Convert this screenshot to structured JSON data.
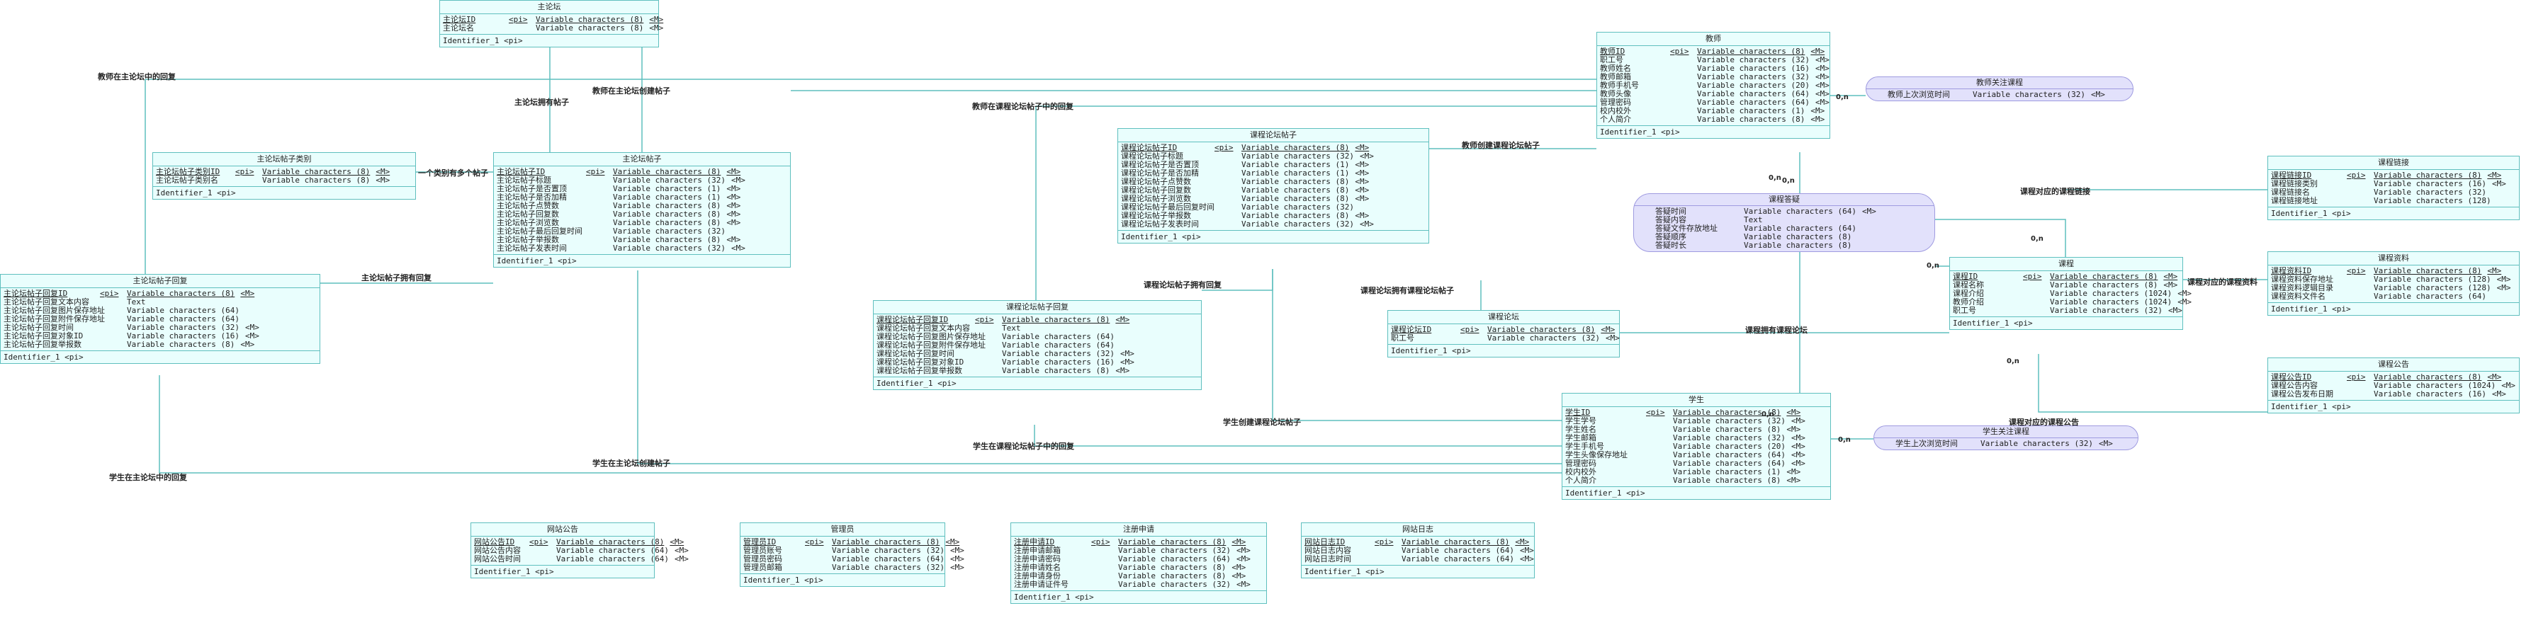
{
  "entities": {
    "zlt": {
      "title": "主论坛",
      "attrs": [
        {
          "name": "主论坛ID",
          "pk": "<pi>",
          "type": "Variable characters (8)",
          "flag": "<M>",
          "u": true
        },
        {
          "name": "主论坛名",
          "pk": "",
          "type": "Variable characters (8)",
          "flag": "<M>"
        }
      ],
      "identifier": "Identifier_1 <pi>"
    },
    "ztlb": {
      "title": "主论坛帖子类别",
      "attrs": [
        {
          "name": "主论坛帖子类别ID",
          "pk": "<pi>",
          "type": "Variable characters (8)",
          "flag": "<M>",
          "u": true
        },
        {
          "name": "主论坛帖子类别名",
          "pk": "",
          "type": "Variable characters (8)",
          "flag": "<M>"
        }
      ],
      "identifier": "Identifier_1 <pi>"
    },
    "zltz": {
      "title": "主论坛帖子",
      "attrs": [
        {
          "name": "主论坛帖子ID",
          "pk": "<pi>",
          "type": "Variable characters (8)",
          "flag": "<M>",
          "u": true
        },
        {
          "name": "主论坛帖子标题",
          "pk": "",
          "type": "Variable characters (32)",
          "flag": "<M>"
        },
        {
          "name": "主论坛帖子是否置顶",
          "pk": "",
          "type": "Variable characters (1)",
          "flag": "<M>"
        },
        {
          "name": "主论坛帖子是否加精",
          "pk": "",
          "type": "Variable characters (1)",
          "flag": "<M>"
        },
        {
          "name": "主论坛帖子点赞数",
          "pk": "",
          "type": "Variable characters (8)",
          "flag": "<M>"
        },
        {
          "name": "主论坛帖子回复数",
          "pk": "",
          "type": "Variable characters (8)",
          "flag": "<M>"
        },
        {
          "name": "主论坛帖子浏览数",
          "pk": "",
          "type": "Variable characters (8)",
          "flag": "<M>"
        },
        {
          "name": "主论坛帖子最后回复时间",
          "pk": "",
          "type": "Variable characters (32)",
          "flag": ""
        },
        {
          "name": "主论坛帖子举报数",
          "pk": "",
          "type": "Variable characters (8)",
          "flag": "<M>"
        },
        {
          "name": "主论坛帖子发表时间",
          "pk": "",
          "type": "Variable characters (32)",
          "flag": "<M>"
        }
      ],
      "identifier": "Identifier_1 <pi>"
    },
    "zlthf": {
      "title": "主论坛帖子回复",
      "attrs": [
        {
          "name": "主论坛帖子回复ID",
          "pk": "<pi>",
          "type": "Variable characters (8)",
          "flag": "<M>",
          "u": true
        },
        {
          "name": "主论坛帖子回复文本内容",
          "pk": "",
          "type": "Text",
          "flag": ""
        },
        {
          "name": "主论坛帖子回复图片保存地址",
          "pk": "",
          "type": "Variable characters (64)",
          "flag": ""
        },
        {
          "name": "主论坛帖子回复附件保存地址",
          "pk": "",
          "type": "Variable characters (64)",
          "flag": ""
        },
        {
          "name": "主论坛帖子回复时间",
          "pk": "",
          "type": "Variable characters (32)",
          "flag": "<M>"
        },
        {
          "name": "主论坛帖子回复对象ID",
          "pk": "",
          "type": "Variable characters (16)",
          "flag": "<M>"
        },
        {
          "name": "主论坛帖子回复举报数",
          "pk": "",
          "type": "Variable characters (8)",
          "flag": "<M>"
        }
      ],
      "identifier": "Identifier_1 <pi>"
    },
    "kctz": {
      "title": "课程论坛帖子",
      "attrs": [
        {
          "name": "课程论坛帖子ID",
          "pk": "<pi>",
          "type": "Variable characters (8)",
          "flag": "<M>",
          "u": true
        },
        {
          "name": "课程论坛帖子标题",
          "pk": "",
          "type": "Variable characters (32)",
          "flag": "<M>"
        },
        {
          "name": "课程论坛帖子是否置顶",
          "pk": "",
          "type": "Variable characters (1)",
          "flag": "<M>"
        },
        {
          "name": "课程论坛帖子是否加精",
          "pk": "",
          "type": "Variable characters (1)",
          "flag": "<M>"
        },
        {
          "name": "课程论坛帖子点赞数",
          "pk": "",
          "type": "Variable characters (8)",
          "flag": "<M>"
        },
        {
          "name": "课程论坛帖子回复数",
          "pk": "",
          "type": "Variable characters (8)",
          "flag": "<M>"
        },
        {
          "name": "课程论坛帖子浏览数",
          "pk": "",
          "type": "Variable characters (8)",
          "flag": "<M>"
        },
        {
          "name": "课程论坛帖子最后回复时间",
          "pk": "",
          "type": "Variable characters (32)",
          "flag": ""
        },
        {
          "name": "课程论坛帖子举报数",
          "pk": "",
          "type": "Variable characters (8)",
          "flag": "<M>"
        },
        {
          "name": "课程论坛帖子发表时间",
          "pk": "",
          "type": "Variable characters (32)",
          "flag": "<M>"
        }
      ],
      "identifier": "Identifier_1 <pi>"
    },
    "kchf": {
      "title": "课程论坛帖子回复",
      "attrs": [
        {
          "name": "课程论坛帖子回复ID",
          "pk": "<pi>",
          "type": "Variable characters (8)",
          "flag": "<M>",
          "u": true
        },
        {
          "name": "课程论坛帖子回复文本内容",
          "pk": "",
          "type": "Text",
          "flag": ""
        },
        {
          "name": "课程论坛帖子回复图片保存地址",
          "pk": "",
          "type": "Variable characters (64)",
          "flag": ""
        },
        {
          "name": "课程论坛帖子回复附件保存地址",
          "pk": "",
          "type": "Variable characters (64)",
          "flag": ""
        },
        {
          "name": "课程论坛帖子回复时间",
          "pk": "",
          "type": "Variable characters (32)",
          "flag": "<M>"
        },
        {
          "name": "课程论坛帖子回复对象ID",
          "pk": "",
          "type": "Variable characters (16)",
          "flag": "<M>"
        },
        {
          "name": "课程论坛帖子回复举报数",
          "pk": "",
          "type": "Variable characters (8)",
          "flag": "<M>"
        }
      ],
      "identifier": "Identifier_1 <pi>"
    },
    "js": {
      "title": "教师",
      "attrs": [
        {
          "name": "教师ID",
          "pk": "<pi>",
          "type": "Variable characters (8)",
          "flag": "<M>",
          "u": true
        },
        {
          "name": "职工号",
          "pk": "",
          "type": "Variable characters (32)",
          "flag": "<M>"
        },
        {
          "name": "教师姓名",
          "pk": "",
          "type": "Variable characters (16)",
          "flag": "<M>"
        },
        {
          "name": "教师邮箱",
          "pk": "",
          "type": "Variable characters (32)",
          "flag": "<M>"
        },
        {
          "name": "教师手机号",
          "pk": "",
          "type": "Variable characters (20)",
          "flag": "<M>"
        },
        {
          "name": "教师头像",
          "pk": "",
          "type": "Variable characters (64)",
          "flag": "<M>"
        },
        {
          "name": "管理密码",
          "pk": "",
          "type": "Variable characters (64)",
          "flag": "<M>"
        },
        {
          "name": "校内校外",
          "pk": "",
          "type": "Variable characters (1)",
          "flag": "<M>"
        },
        {
          "name": "个人简介",
          "pk": "",
          "type": "Variable characters (8)",
          "flag": "<M>"
        }
      ],
      "identifier": "Identifier_1 <pi>"
    },
    "kclt": {
      "title": "课程论坛",
      "attrs": [
        {
          "name": "课程论坛ID",
          "pk": "<pi>",
          "type": "Variable characters (8)",
          "flag": "<M>",
          "u": true
        },
        {
          "name": "职工号",
          "pk": "",
          "type": "Variable characters (32)",
          "flag": "<M>"
        }
      ],
      "identifier": "Identifier_1 <pi>"
    },
    "kc": {
      "title": "课程",
      "attrs": [
        {
          "name": "课程ID",
          "pk": "<pi>",
          "type": "Variable characters (8)",
          "flag": "<M>",
          "u": true
        },
        {
          "name": "课程名称",
          "pk": "",
          "type": "Variable characters (8)",
          "flag": "<M>"
        },
        {
          "name": "课程介绍",
          "pk": "",
          "type": "Variable characters (1024)",
          "flag": "<M>"
        },
        {
          "name": "教师介绍",
          "pk": "",
          "type": "Variable characters (1024)",
          "flag": "<M>"
        },
        {
          "name": "职工号",
          "pk": "",
          "type": "Variable characters (32)",
          "flag": "<M>"
        }
      ],
      "identifier": "Identifier_1 <pi>"
    },
    "kcly": {
      "title": "课程链接",
      "attrs": [
        {
          "name": "课程链接ID",
          "pk": "<pi>",
          "type": "Variable characters (8)",
          "flag": "<M>",
          "u": true
        },
        {
          "name": "课程链接类别",
          "pk": "",
          "type": "Variable characters (16)",
          "flag": "<M>"
        },
        {
          "name": "课程链接名",
          "pk": "",
          "type": "Variable characters (32)",
          "flag": ""
        },
        {
          "name": "课程链接地址",
          "pk": "",
          "type": "Variable characters (128)",
          "flag": ""
        }
      ],
      "identifier": "Identifier_1 <pi>"
    },
    "kczl": {
      "title": "课程资料",
      "attrs": [
        {
          "name": "课程资料ID",
          "pk": "<pi>",
          "type": "Variable characters (8)",
          "flag": "<M>",
          "u": true
        },
        {
          "name": "课程资料保存地址",
          "pk": "",
          "type": "Variable characters (128)",
          "flag": "<M>"
        },
        {
          "name": "课程资料逻辑目录",
          "pk": "",
          "type": "Variable characters (128)",
          "flag": "<M>"
        },
        {
          "name": "课程资料文件名",
          "pk": "",
          "type": "Variable characters (64)",
          "flag": ""
        }
      ],
      "identifier": "Identifier_1 <pi>"
    },
    "kcgg": {
      "title": "课程公告",
      "attrs": [
        {
          "name": "课程公告ID",
          "pk": "<pi>",
          "type": "Variable characters (8)",
          "flag": "<M>",
          "u": true
        },
        {
          "name": "课程公告内容",
          "pk": "",
          "type": "Variable characters (1024)",
          "flag": "<M>"
        },
        {
          "name": "课程公告发布日期",
          "pk": "",
          "type": "Variable characters (16)",
          "flag": "<M>"
        }
      ],
      "identifier": "Identifier_1 <pi>"
    },
    "xs": {
      "title": "学生",
      "attrs": [
        {
          "name": "学生ID",
          "pk": "<pi>",
          "type": "Variable characters (8)",
          "flag": "<M>",
          "u": true
        },
        {
          "name": "学生学号",
          "pk": "",
          "type": "Variable characters (32)",
          "flag": "<M>"
        },
        {
          "name": "学生姓名",
          "pk": "",
          "type": "Variable characters (8)",
          "flag": "<M>"
        },
        {
          "name": "学生邮箱",
          "pk": "",
          "type": "Variable characters (32)",
          "flag": "<M>"
        },
        {
          "name": "学生手机号",
          "pk": "",
          "type": "Variable characters (20)",
          "flag": "<M>"
        },
        {
          "name": "学生头像保存地址",
          "pk": "",
          "type": "Variable characters (64)",
          "flag": "<M>"
        },
        {
          "name": "管理密码",
          "pk": "",
          "type": "Variable characters (64)",
          "flag": "<M>"
        },
        {
          "name": "校内校外",
          "pk": "",
          "type": "Variable characters (1)",
          "flag": "<M>"
        },
        {
          "name": "个人简介",
          "pk": "",
          "type": "Variable characters (8)",
          "flag": "<M>"
        }
      ],
      "identifier": "Identifier_1 <pi>"
    },
    "wzgg": {
      "title": "网站公告",
      "attrs": [
        {
          "name": "网站公告ID",
          "pk": "<pi>",
          "type": "Variable characters (8)",
          "flag": "<M>",
          "u": true
        },
        {
          "name": "网站公告内容",
          "pk": "",
          "type": "Variable characters (64)",
          "flag": "<M>"
        },
        {
          "name": "网站公告时间",
          "pk": "",
          "type": "Variable characters (64)",
          "flag": "<M>"
        }
      ],
      "identifier": "Identifier_1 <pi>"
    },
    "gly": {
      "title": "管理员",
      "attrs": [
        {
          "name": "管理员ID",
          "pk": "<pi>",
          "type": "Variable characters (8)",
          "flag": "<M>",
          "u": true
        },
        {
          "name": "管理员账号",
          "pk": "",
          "type": "Variable characters (32)",
          "flag": "<M>"
        },
        {
          "name": "管理员密码",
          "pk": "",
          "type": "Variable characters (64)",
          "flag": "<M>"
        },
        {
          "name": "管理员邮箱",
          "pk": "",
          "type": "Variable characters (32)",
          "flag": "<M>"
        }
      ],
      "identifier": "Identifier_1 <pi>"
    },
    "zcsq": {
      "title": "注册申请",
      "attrs": [
        {
          "name": "注册申请ID",
          "pk": "<pi>",
          "type": "Variable characters (8)",
          "flag": "<M>",
          "u": true
        },
        {
          "name": "注册申请邮箱",
          "pk": "",
          "type": "Variable characters (32)",
          "flag": "<M>"
        },
        {
          "name": "注册申请密码",
          "pk": "",
          "type": "Variable characters (64)",
          "flag": "<M>"
        },
        {
          "name": "注册申请姓名",
          "pk": "",
          "type": "Variable characters (8)",
          "flag": "<M>"
        },
        {
          "name": "注册申请身份",
          "pk": "",
          "type": "Variable characters (8)",
          "flag": "<M>"
        },
        {
          "name": "注册申请证件号",
          "pk": "",
          "type": "Variable characters (32)",
          "flag": "<M>"
        }
      ],
      "identifier": "Identifier_1 <pi>"
    },
    "wzrz": {
      "title": "网站日志",
      "attrs": [
        {
          "name": "网站日志ID",
          "pk": "<pi>",
          "type": "Variable characters (8)",
          "flag": "<M>",
          "u": true
        },
        {
          "name": "网站日志内容",
          "pk": "",
          "type": "Variable characters (64)",
          "flag": "<M>"
        },
        {
          "name": "网站日志时间",
          "pk": "",
          "type": "Variable characters (64)",
          "flag": "<M>"
        }
      ],
      "identifier": "Identifier_1 <pi>"
    }
  },
  "associations": {
    "jsgz": {
      "title": "教师关注课程",
      "attrs": [
        {
          "name": "教师上次浏览时间",
          "type": "Variable characters (32)",
          "flag": "<M>"
        }
      ]
    },
    "kcjl": {
      "title": "课程答疑",
      "attrs": [
        {
          "name": "答疑时间",
          "type": "Variable characters (64)",
          "flag": "<M>"
        },
        {
          "name": "答疑内容",
          "type": "Text",
          "flag": ""
        },
        {
          "name": "答疑文件存放地址",
          "type": "Variable characters (64)",
          "flag": ""
        },
        {
          "name": "答疑顺序",
          "type": "Variable characters (8)",
          "flag": ""
        },
        {
          "name": "答疑时长",
          "type": "Variable characters (8)",
          "flag": ""
        }
      ]
    },
    "xsgz": {
      "title": "学生关注课程",
      "attrs": [
        {
          "name": "学生上次浏览时间",
          "type": "Variable characters (32)",
          "flag": "<M>"
        }
      ]
    }
  },
  "labels": {
    "l1": "教师在主论坛中的回复",
    "l2": "教师在主论坛创建帖子",
    "l3": "主论坛拥有帖子",
    "l4": "一个类别有多个帖子",
    "l5": "主论坛帖子拥有回复",
    "l6": "教师在课程论坛帖子中的回复",
    "l7": "教师创建课程论坛帖子",
    "l8": "课程论坛帖子拥有回复",
    "l9": "课程论坛拥有课程论坛帖子",
    "l10": "课程拥有课程论坛",
    "l11": "课程对应的课程链接",
    "l12": "课程对应的课程资料",
    "l13": "课程对应的课程公告",
    "l14": "学生创建课程论坛帖子",
    "l15": "学生在课程论坛帖子中的回复",
    "l16": "学生在主论坛创建帖子",
    "l17": "学生在主论坛中的回复"
  },
  "cards": {
    "c1": "0,n",
    "c2": "0,n",
    "c3": "0,n",
    "c4": "0,n",
    "c5": "0,n",
    "c6": "0,n",
    "c7": "0,n",
    "c8": "0,n"
  }
}
